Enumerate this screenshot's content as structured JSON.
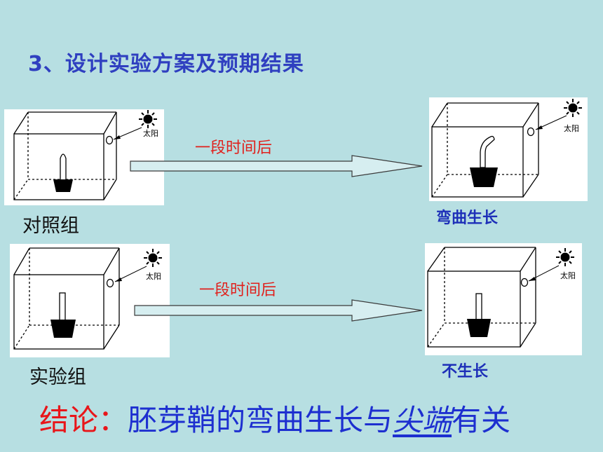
{
  "slide": {
    "title": "3、设计实验方案及预期结果",
    "sun_label": "太阳",
    "control": {
      "group_label": "对照组",
      "arrow_label": "一段时间后",
      "result_label": "弯曲生长"
    },
    "experiment": {
      "group_label": "实验组",
      "arrow_label": "一段时间后",
      "result_label": "不生长"
    },
    "conclusion": {
      "label": "结论：",
      "text_before": "胚芽鞘的弯曲生长与",
      "keyword": "尖端",
      "text_after": "有关"
    }
  },
  "colors": {
    "background": "#b7dfe2",
    "title": "#2f3fc0",
    "arrow_label": "#e0201c",
    "result_label": "#1d2fb8",
    "conclusion_label": "#e8161a",
    "conclusion_text": "#1d2fd0"
  },
  "icons": [
    "sun-icon",
    "arrow-right-icon",
    "box-icon",
    "pot-icon",
    "coleoptile-icon"
  ]
}
